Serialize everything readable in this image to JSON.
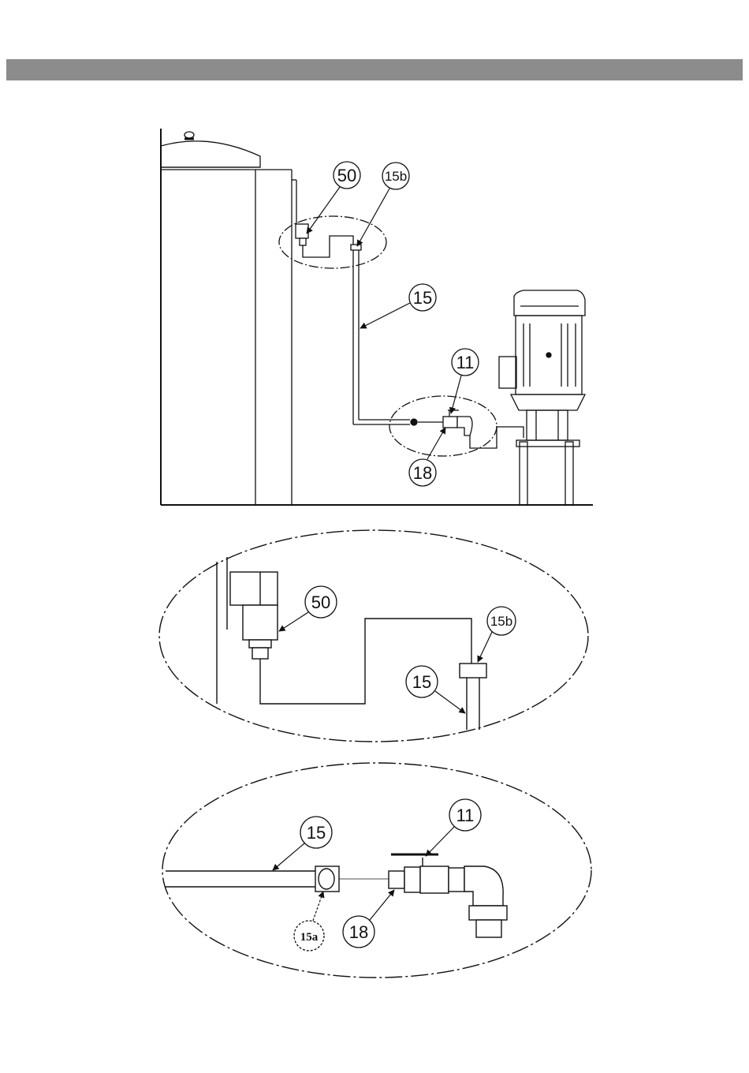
{
  "header": {
    "bar_color": "#8c8c8c"
  },
  "overview": {
    "callouts": {
      "c50": "50",
      "c15b": "15b",
      "c15": "15",
      "c11": "11",
      "c18": "18"
    }
  },
  "detail_top": {
    "callouts": {
      "c50": "50",
      "c15b": "15b",
      "c15": "15"
    }
  },
  "detail_bottom": {
    "callouts": {
      "c15": "15",
      "c11": "11",
      "c18": "18",
      "c15a": "15a"
    }
  }
}
